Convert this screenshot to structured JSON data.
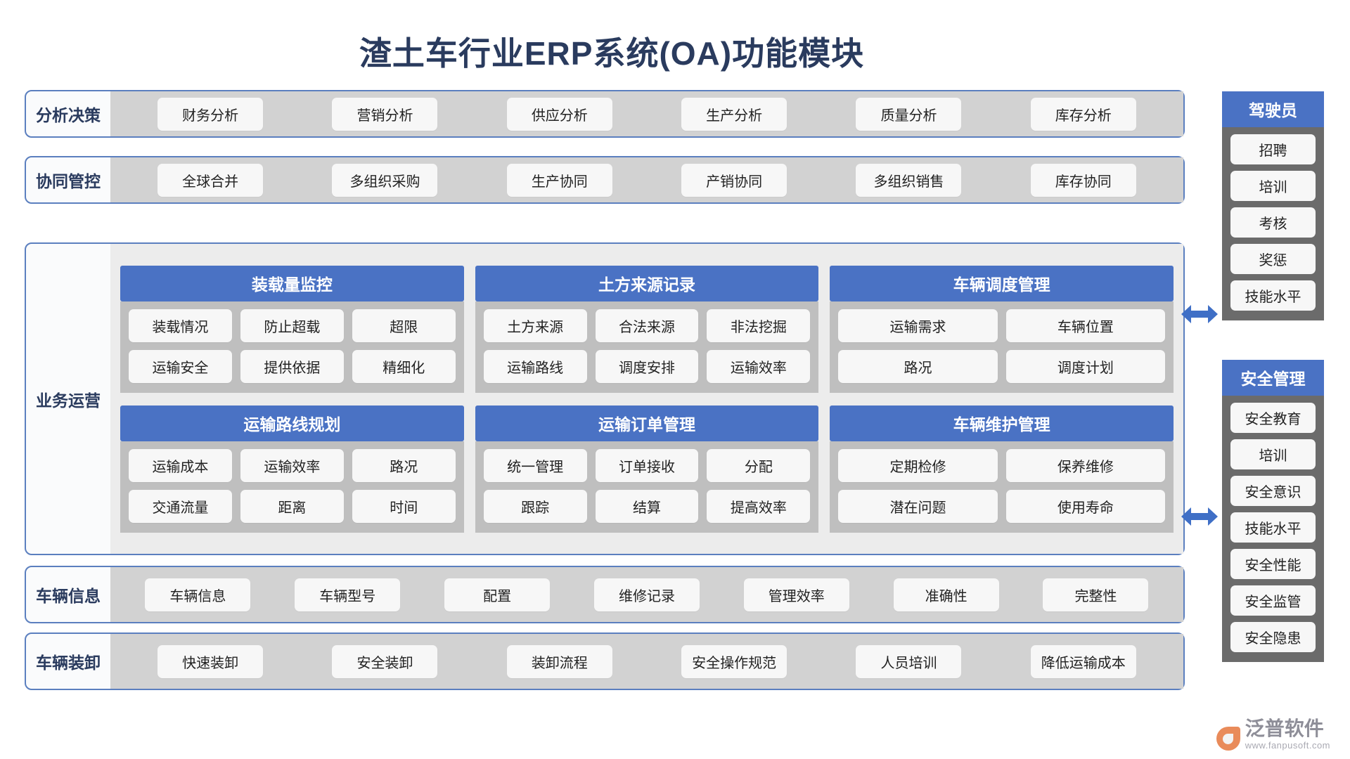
{
  "title": "渣土车行业ERP系统(OA)功能模块",
  "colors": {
    "title": "#2a3b5e",
    "accent_blue": "#4a72c4",
    "band_border": "#5b7fbf",
    "band_body": "#d2d2d2",
    "module_body": "#bfbfbf",
    "panel_bg": "#6b6b6b",
    "chip_bg": "#f7f7f7"
  },
  "bands": {
    "analysis": {
      "label": "分析决策",
      "items": [
        "财务分析",
        "营销分析",
        "供应分析",
        "生产分析",
        "质量分析",
        "库存分析"
      ]
    },
    "collaboration": {
      "label": "协同管控",
      "items": [
        "全球合并",
        "多组织采购",
        "生产协同",
        "产销协同",
        "多组织销售",
        "库存协同"
      ]
    },
    "vehicle_info": {
      "label": "车辆信息",
      "items": [
        "车辆信息",
        "车辆型号",
        "配置",
        "维修记录",
        "管理效率",
        "准确性",
        "完整性"
      ]
    },
    "vehicle_loading": {
      "label": "车辆装卸",
      "items": [
        "快速装卸",
        "安全装卸",
        "装卸流程",
        "安全操作规范",
        "人员培训",
        "降低运输成本"
      ]
    }
  },
  "operations": {
    "label": "业务运营",
    "rows": [
      [
        {
          "title": "装载量监控",
          "lines": [
            [
              "装载情况",
              "防止超载",
              "超限"
            ],
            [
              "运输安全",
              "提供依据",
              "精细化"
            ]
          ]
        },
        {
          "title": "土方来源记录",
          "lines": [
            [
              "土方来源",
              "合法来源",
              "非法挖掘"
            ],
            [
              "运输路线",
              "调度安排",
              "运输效率"
            ]
          ]
        },
        {
          "title": "车辆调度管理",
          "lines": [
            [
              "运输需求",
              "车辆位置"
            ],
            [
              "路况",
              "调度计划"
            ]
          ]
        }
      ],
      [
        {
          "title": "运输路线规划",
          "lines": [
            [
              "运输成本",
              "运输效率",
              "路况"
            ],
            [
              "交通流量",
              "距离",
              "时间"
            ]
          ]
        },
        {
          "title": "运输订单管理",
          "lines": [
            [
              "统一管理",
              "订单接收",
              "分配"
            ],
            [
              "跟踪",
              "结算",
              "提高效率"
            ]
          ]
        },
        {
          "title": "车辆维护管理",
          "lines": [
            [
              "定期检修",
              "保养维修"
            ],
            [
              "潜在问题",
              "使用寿命"
            ]
          ]
        }
      ]
    ]
  },
  "panels": {
    "driver": {
      "title": "驾驶员",
      "items": [
        "招聘",
        "培训",
        "考核",
        "奖惩",
        "技能水平"
      ]
    },
    "safety": {
      "title": "安全管理",
      "items": [
        "安全教育",
        "培训",
        "安全意识",
        "技能水平",
        "安全性能",
        "安全监管",
        "安全隐患"
      ]
    }
  },
  "arrows": {
    "driver_arrow": "double-arrow",
    "safety_arrow": "double-arrow"
  },
  "logo": {
    "name": "泛普软件",
    "url": "www.fanpusoft.com"
  }
}
